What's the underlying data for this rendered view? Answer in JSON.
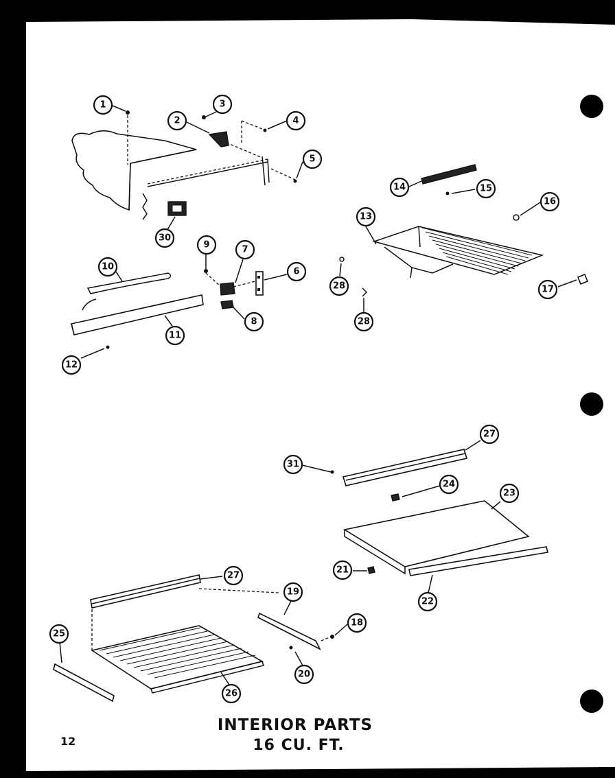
{
  "title": {
    "line1": "INTERIOR PARTS",
    "line2": "16 CU. FT."
  },
  "page_number": "12",
  "callouts": {
    "c1": "1",
    "c2": "2",
    "c3": "3",
    "c4": "4",
    "c5": "5",
    "c6": "6",
    "c7": "7",
    "c8": "8",
    "c9": "9",
    "c10": "10",
    "c11": "11",
    "c12": "12",
    "c13": "13",
    "c14": "14",
    "c15": "15",
    "c16": "16",
    "c17": "17",
    "c18": "18",
    "c19": "19",
    "c20": "20",
    "c21": "21",
    "c22": "22",
    "c23": "23",
    "c24": "24",
    "c25": "25",
    "c26": "26",
    "c27a": "27",
    "c27b": "27",
    "c28a": "28",
    "c28b": "28",
    "c30": "30",
    "c31": "31"
  },
  "colors": {
    "paper": "#ffffff",
    "ink": "#111111",
    "border": "#000000"
  }
}
